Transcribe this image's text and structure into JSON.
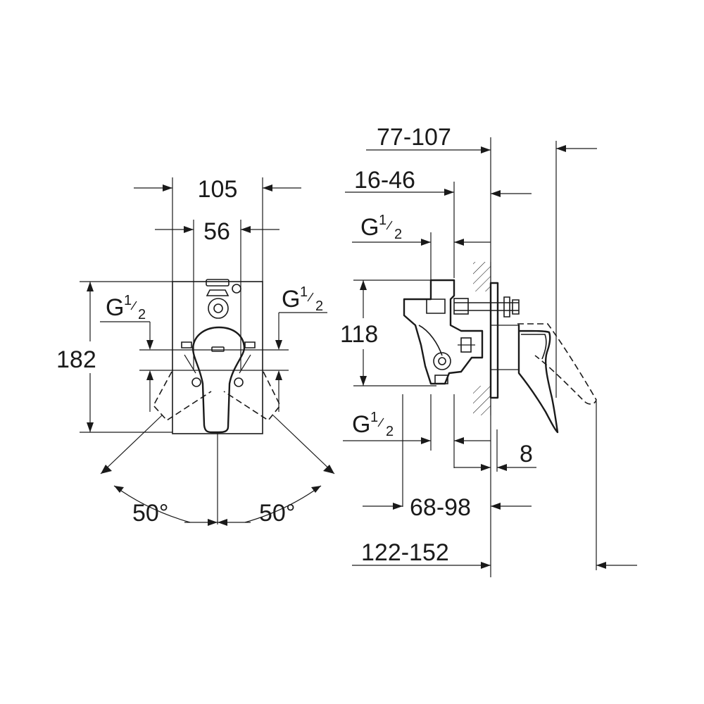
{
  "front_view": {
    "width_overall": "105",
    "width_inner": "56",
    "height_overall": "182",
    "thread_left": {
      "base": "G",
      "num": "1",
      "den": "2"
    },
    "thread_right": {
      "base": "G",
      "num": "1",
      "den": "2"
    },
    "angle_left": "50°",
    "angle_right": "50°"
  },
  "side_view": {
    "depth_total_top": "77-107",
    "depth_body": "16-46",
    "thread_top": {
      "base": "G",
      "num": "1",
      "den": "2"
    },
    "height_ports": "118",
    "thread_bottom": {
      "base": "G",
      "num": "1",
      "den": "2"
    },
    "plate_thickness": "8",
    "depth_handle": "68-98",
    "depth_total_bottom": "122-152"
  },
  "colors": {
    "line": "#1a1a1a",
    "background": "#ffffff"
  }
}
